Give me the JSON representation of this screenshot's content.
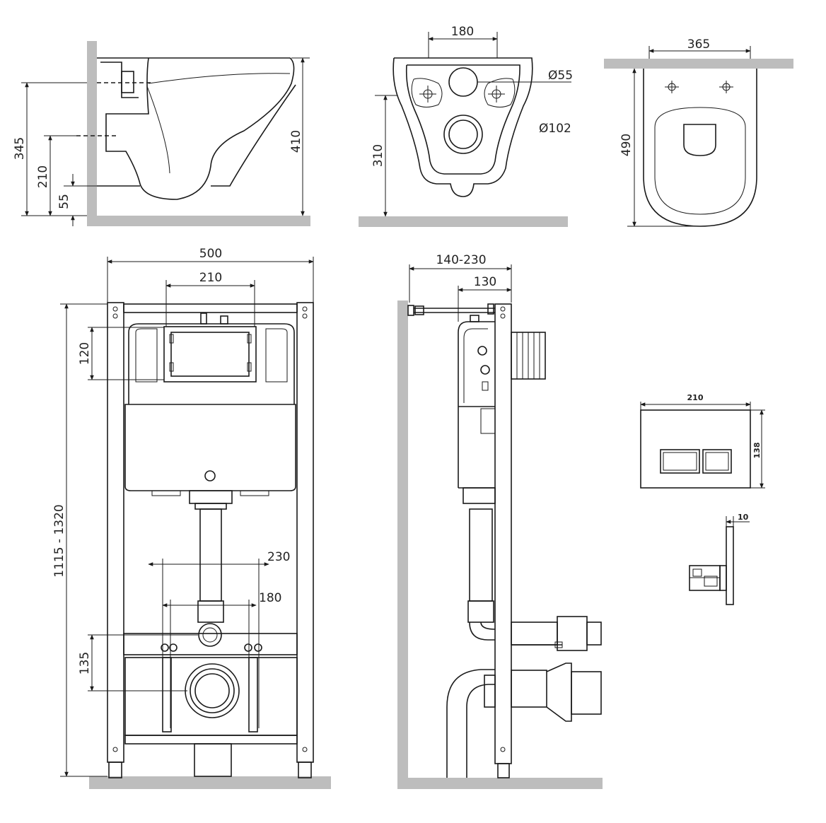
{
  "views": {
    "side_view": {
      "dims": [
        "345",
        "210",
        "55",
        "410"
      ]
    },
    "rear_view": {
      "dims": [
        "180",
        "Ø55",
        "Ø102",
        "310"
      ]
    },
    "top_view": {
      "dims": [
        "365",
        "490"
      ]
    },
    "frame_front": {
      "dims": [
        "500",
        "210",
        "120",
        "1115 - 1320",
        "230",
        "180",
        "135"
      ]
    },
    "frame_side": {
      "dims": [
        "140-230",
        "130"
      ]
    },
    "flush_plate": {
      "dims": [
        "210",
        "138"
      ]
    },
    "plate_profile": {
      "dims": [
        "10"
      ]
    }
  }
}
